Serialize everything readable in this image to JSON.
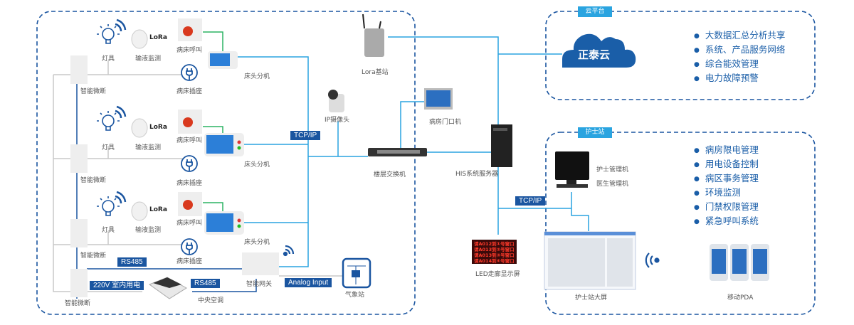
{
  "cloud_panel": {
    "title": "云平台",
    "brand": "正泰云",
    "features": [
      "大数据汇总分析共享",
      "系统、产品服务网络",
      "综合能效管理",
      "电力故障预警"
    ]
  },
  "nurse_panel": {
    "title": "护士站",
    "features": [
      "病房限电管理",
      "用电设备控制",
      "病区事务管理",
      "环境监测",
      "门禁权限管理",
      "紧急呼叫系统"
    ],
    "nurse_pc": "护士管理机",
    "doctor_pc": "医生管理机",
    "big_screen": "护士站大屏",
    "pda": "移动PDA"
  },
  "ward": {
    "lamp": "灯具",
    "infusion": "输液监测",
    "lora_logo": "LoRa",
    "bed_call": "病床呼叫",
    "bed_socket": "病床插座",
    "bedside_unit": "床头分机",
    "breaker": "智能微断",
    "gateway": "智能网关",
    "air_conditioner": "中央空调",
    "weather_station": "气象站",
    "power_tag": "220V 室内用电",
    "rs485": "RS485",
    "analog_input": "Analog Input"
  },
  "network": {
    "camera": "IP摄像头",
    "lora_station": "Lora基站",
    "switch": "楼层交换机",
    "door_unit": "病房门口机",
    "server": "HIS系统服务器",
    "led_screen": "LED走廊显示屏",
    "tcpip": "TCP/IP",
    "led_lines": [
      "请A012到①号窗口",
      "请A013到②号窗口",
      "请A013到③号窗口",
      "请A014到④号窗口"
    ]
  },
  "colors": {
    "dark_blue": "#1a55a0",
    "cyan": "#2aa4e0",
    "green": "#2bb463",
    "gray_line": "#c8c8c8"
  }
}
